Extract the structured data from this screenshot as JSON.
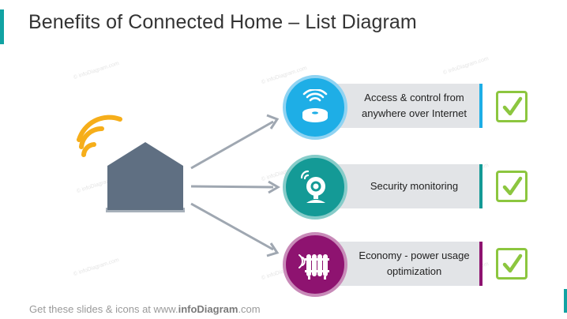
{
  "title": "Benefits of Connected Home – List Diagram",
  "footer": {
    "prefix": "Get these slides & icons at www.",
    "brand": "infoDiagram",
    "suffix": ".com"
  },
  "watermark": "© infoDiagram.com",
  "items": [
    {
      "label": "Access & control from anywhere over Internet",
      "icon": "wireless-hub-icon",
      "color": "#1eaee6",
      "ring": "#8fd3f2",
      "accent": "#1eaee6"
    },
    {
      "label": "Security monitoring",
      "icon": "security-camera-icon",
      "color": "#149a96",
      "ring": "#86ccc9",
      "accent": "#149a96"
    },
    {
      "label": "Economy - power usage optimization",
      "icon": "radiator-icon",
      "color": "#8e1370",
      "ring": "#c88ab8",
      "accent": "#8e1370"
    }
  ],
  "colors": {
    "house": "#5f6f82",
    "signal": "#f6ae1a",
    "arrow": "#9fa7b1",
    "check": "#8cc63f"
  }
}
